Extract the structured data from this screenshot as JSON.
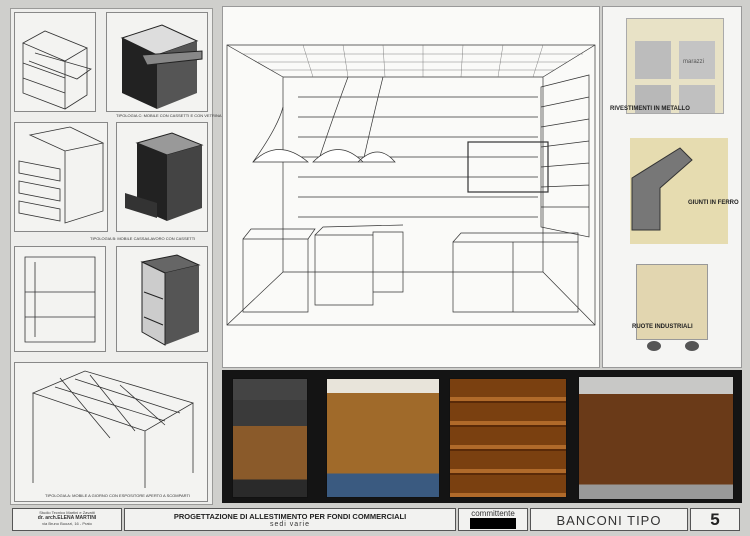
{
  "left_column": {
    "captions": [
      "Tipologia C: mobile con cassetti e con vetrina",
      "Tipologia B: mobile cassa/lavoro con cassetti",
      "Tipologia A: mobile a giorno con espositore aperto a scomparti"
    ]
  },
  "right_column": {
    "materials": [
      "RIVESTIMENTI IN METALLO",
      "GIUNTI IN FERRO",
      "RUOTE INDUSTRIALI"
    ],
    "panel_brand": "marazzi"
  },
  "footer": {
    "studio": "Studio Tecnico Martini e Zavatti",
    "architect": "dr. arch.ELENA MARTINI",
    "address": "via Bruno Buozzi, 16 - Prato",
    "project_title": "PROGETTAZIONE DI ALLESTIMENTO PER FONDI COMMERCIALI",
    "project_subtitle": "sedi varie",
    "client_label": "committente",
    "sheet_title": "BANCONI TIPO",
    "sheet_number": "5"
  }
}
